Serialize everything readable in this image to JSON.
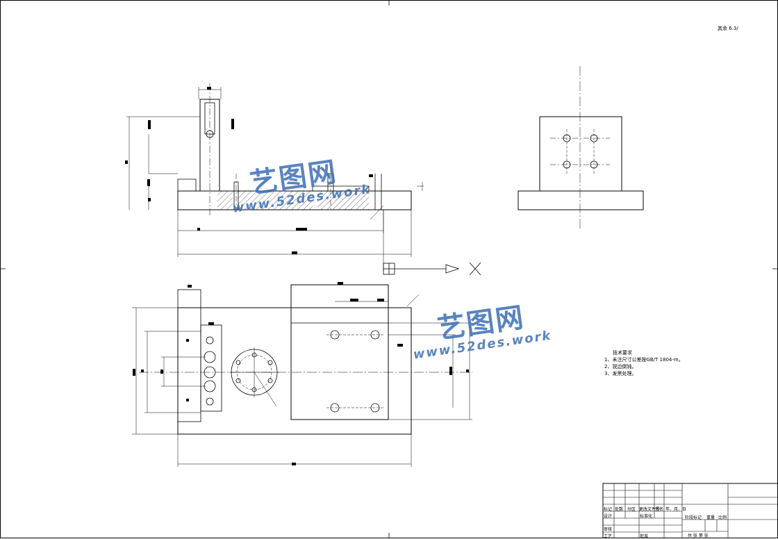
{
  "roughness_note": {
    "label": "其余",
    "value": "6.3/"
  },
  "technical_requirements": {
    "title": "技术要求",
    "items": [
      "1、未注尺寸公差按GB/T 1804-m。",
      "2、锐边倒钝。",
      "3、发黑处理。"
    ]
  },
  "watermarks": [
    {
      "text": "艺图网",
      "url": "www.52des.work"
    },
    {
      "text": "艺图网",
      "url": "www.52des.work"
    }
  ],
  "title_block": {
    "row_labels": [
      "标记",
      "处数",
      "分区",
      "更改文件号",
      "签名",
      "年、月、日"
    ],
    "left_labels": {
      "design": "设计",
      "review": "审核",
      "process": "工艺",
      "standardize": "标准化",
      "approve": "批准"
    },
    "right_labels": {
      "stage_mark": "阶段标记",
      "weight": "重量",
      "scale": "比例"
    },
    "sheet_text": "共 张  第 张"
  },
  "projection_symbol": "first-angle",
  "colors": {
    "line": "#000000",
    "watermark": "#3d6fb7",
    "hatch": "#000000"
  }
}
